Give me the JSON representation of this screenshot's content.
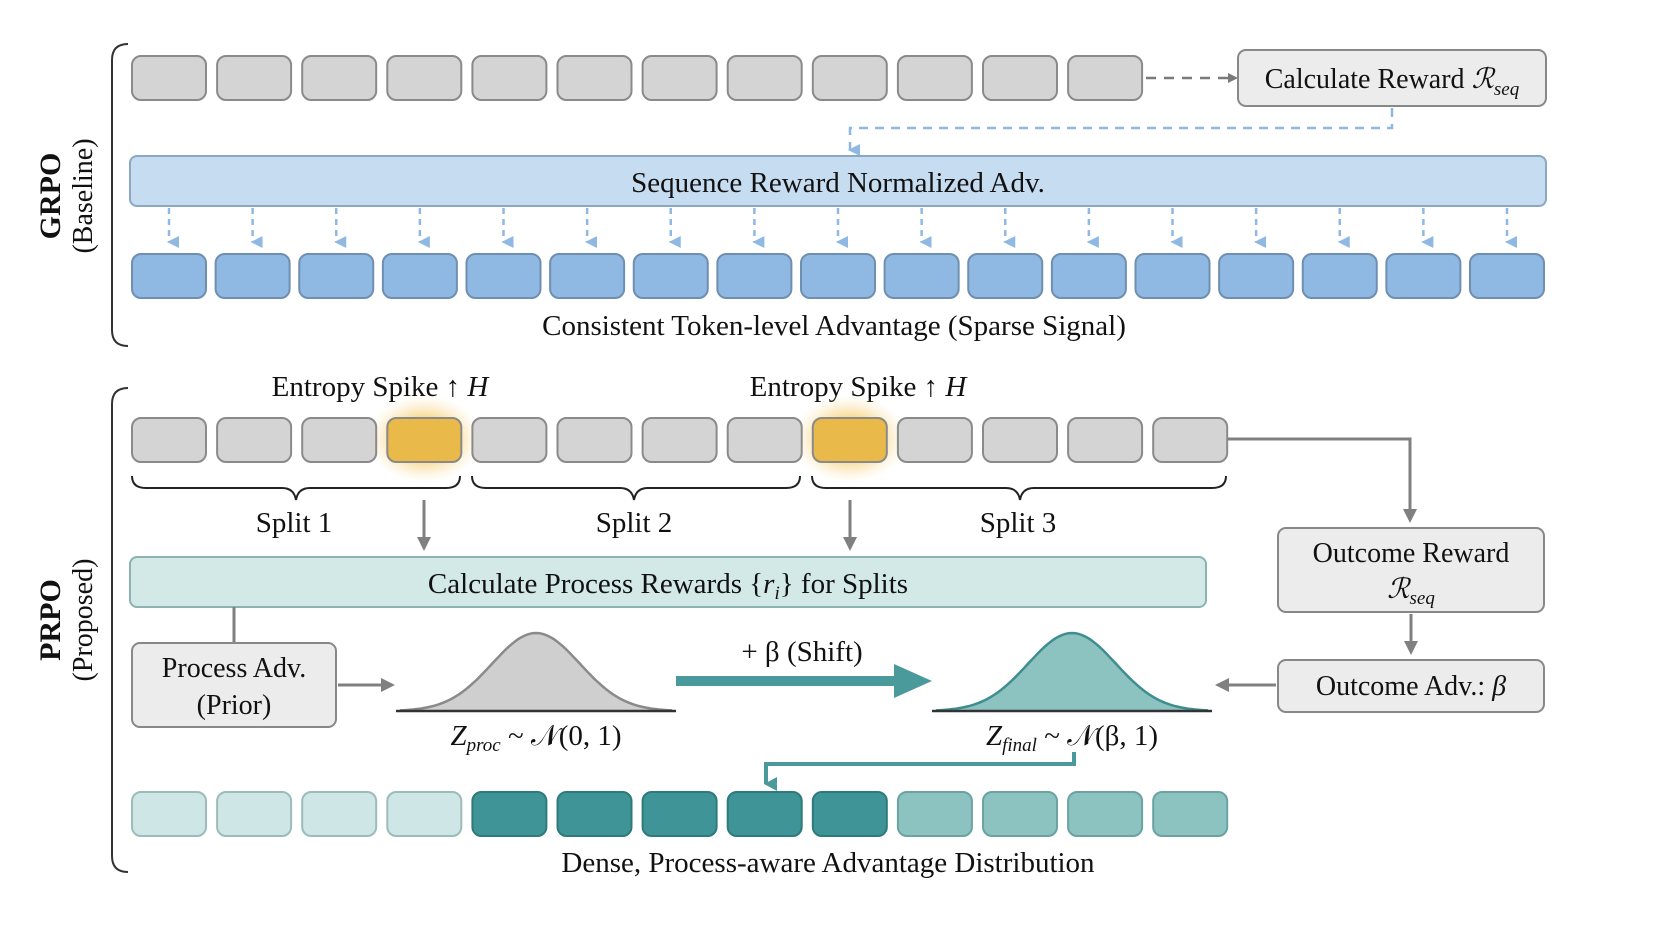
{
  "grpo": {
    "title": "GRPO",
    "subtitle": "(Baseline)",
    "reward_box": "Calculate Reward ",
    "reward_symbol": "ℛ",
    "reward_sub": "seq",
    "norm_bar": "Sequence Reward Normalized Adv.",
    "caption": "Consistent Token-level Advantage (Sparse Signal)",
    "token_count_top": 12,
    "token_count_bottom": 17,
    "colors": {
      "token_gray": "#d4d4d4",
      "token_blue": "#8fb9e2",
      "bar_blue": "#c6dcf1",
      "arrow_dashed": "#8fb9e2"
    }
  },
  "prpo": {
    "title": "PRPO",
    "subtitle": "(Proposed)",
    "entropy_label": "Entropy Spike ↑ ",
    "entropy_var": "H",
    "splits": [
      "Split 1",
      "Split 2",
      "Split 3"
    ],
    "process_bar_prefix": "Calculate Process Rewards {",
    "process_bar_var": "r",
    "process_bar_sub": "i",
    "process_bar_suffix": "} for Splits",
    "outcome_reward_line1": "Outcome Reward",
    "outcome_reward_symbol": "ℛ",
    "outcome_reward_sub": "seq",
    "outcome_adv": "Outcome Adv.: ",
    "outcome_adv_var": "β",
    "process_adv_line1": "Process Adv.",
    "process_adv_line2": "(Prior)",
    "shift_label": "+ β (Shift)",
    "z_proc_var": "Z",
    "z_proc_sub": "proc",
    "z_proc_rest": " ~ 𝒩(0, 1)",
    "z_final_var": "Z",
    "z_final_sub": "final",
    "z_final_rest": " ~ 𝒩(β, 1)",
    "caption": "Dense, Process-aware Advantage Distribution",
    "token_count_top": 13,
    "spike_token_indices": [
      3,
      8
    ],
    "bottom_token_fills": [
      "light",
      "light",
      "light",
      "light",
      "dark",
      "dark",
      "dark",
      "dark",
      "dark",
      "mid",
      "mid",
      "mid",
      "mid"
    ],
    "colors": {
      "token_gray": "#d4d4d4",
      "teal_light": "#cfe6e6",
      "teal_mid": "#8cc2c0",
      "teal_dark": "#3f9497",
      "bar_teal": "#d2e9e8",
      "box_gray": "#ececec",
      "spike_glow": "#f0b429",
      "shift_arrow": "#4a9a9c"
    }
  }
}
